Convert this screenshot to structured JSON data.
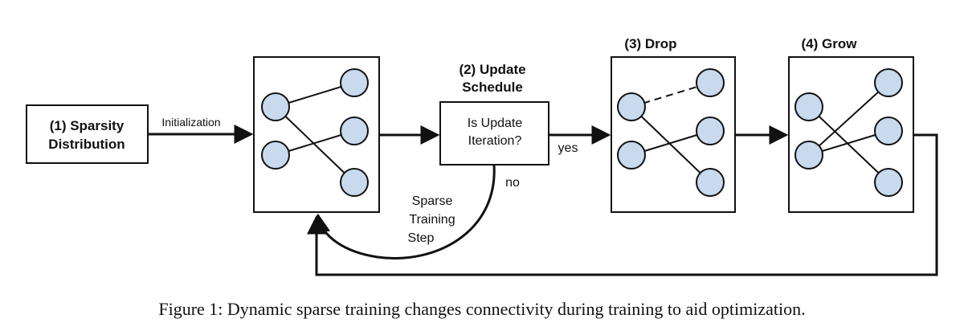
{
  "diagram": {
    "sparsity_box": {
      "line1": "(1) Sparsity",
      "line2": "Distribution"
    },
    "init_label": "Initialization",
    "update_title": {
      "line1": "(2) Update",
      "line2": "Schedule"
    },
    "decision_box": {
      "line1": "Is Update",
      "line2": "Iteration?"
    },
    "yes_label": "yes",
    "no_label": "no",
    "sparse_step": {
      "line1": "Sparse",
      "line2": "Training",
      "line3": "Step"
    },
    "drop_title": "(3) Drop",
    "grow_title": "(4) Grow",
    "colors": {
      "node_fill": "#c9d9ee",
      "grow_edge": "#e0302a",
      "line": "#111111"
    }
  },
  "caption": "Figure 1: Dynamic sparse training changes connectivity during training to aid optimization."
}
